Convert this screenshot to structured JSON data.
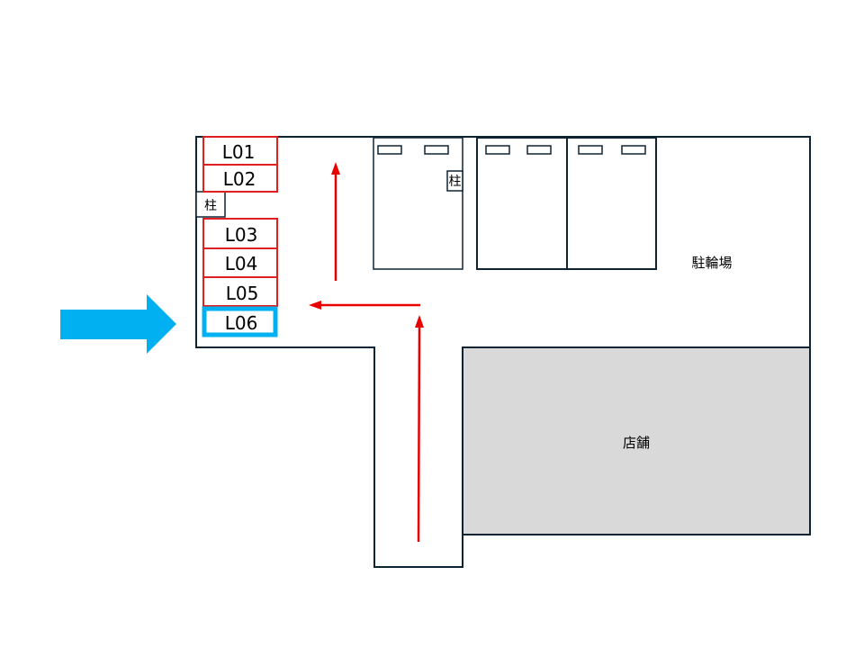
{
  "diagram": {
    "parking_slots": [
      {
        "id": "L01",
        "label": "L01",
        "highlighted": false
      },
      {
        "id": "L02",
        "label": "L02",
        "highlighted": false
      },
      {
        "id": "L03",
        "label": "L03",
        "highlighted": false
      },
      {
        "id": "L04",
        "label": "L04",
        "highlighted": false
      },
      {
        "id": "L05",
        "label": "L05",
        "highlighted": false
      },
      {
        "id": "L06",
        "label": "L06",
        "highlighted": true
      }
    ],
    "pillar_label": "柱",
    "bike_parking_label": "駐輪場",
    "store_label": "店舗",
    "colors": {
      "outline": "#0e2433",
      "slot_border": "#e02020",
      "highlight": "#00b0f0",
      "route_arrow": "#e80000",
      "entry_arrow": "#00b0f0",
      "store_fill": "#d9d9d9"
    }
  }
}
